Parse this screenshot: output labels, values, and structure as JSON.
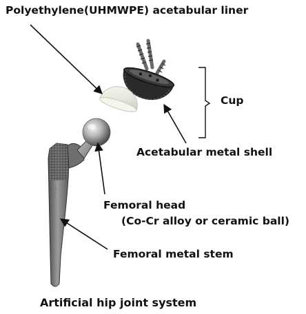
{
  "labels": {
    "liner": "Polyethylene(UHMWPE) acetabular liner",
    "cup": "Cup",
    "shell": "Acetabular metal shell",
    "femoral_head": "Femoral head",
    "femoral_head_material": "(Co-Cr alloy or ceramic ball)",
    "stem": "Femoral metal stem"
  },
  "caption": "Artificial hip joint system",
  "colors": {
    "text": "#111111",
    "liner": "#eeeee4",
    "shell": "#2a2a2a",
    "metal": "#8a8a8a",
    "stem": "#7a7a7a"
  }
}
